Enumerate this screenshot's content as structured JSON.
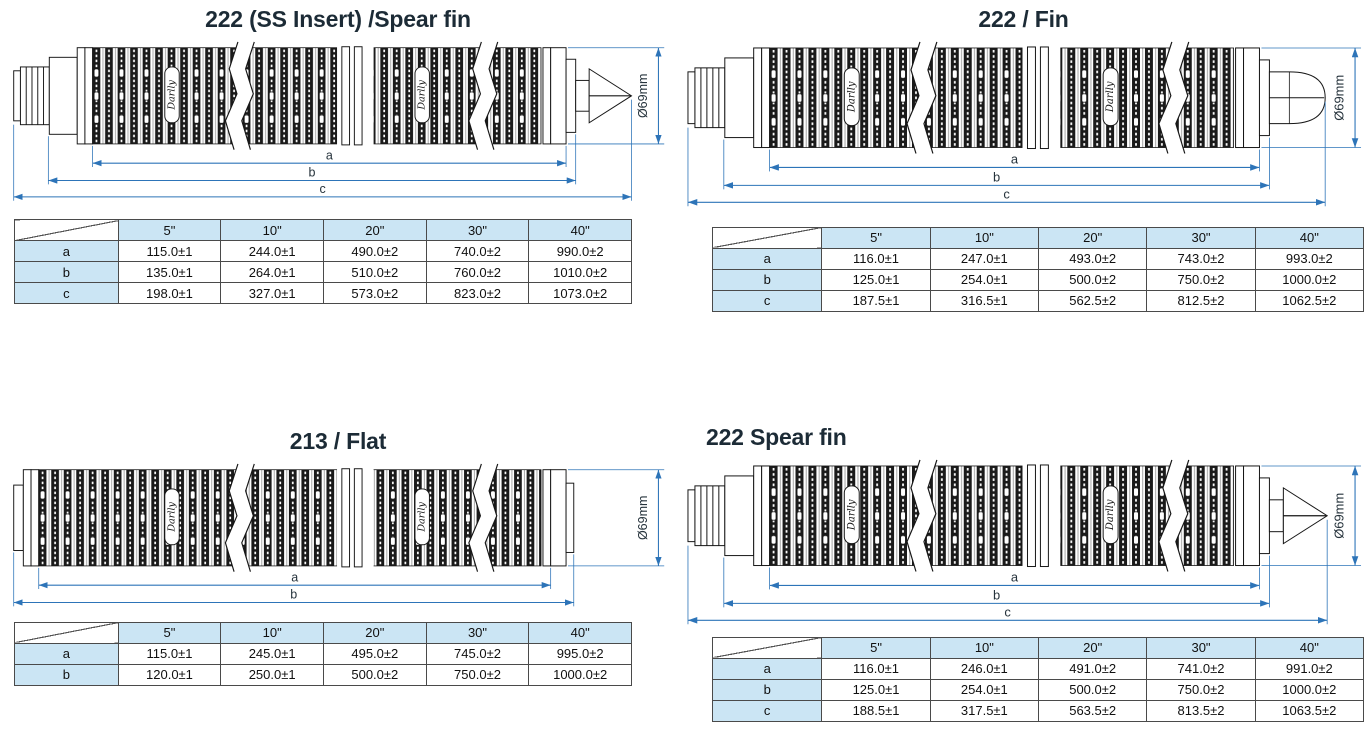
{
  "colors": {
    "dimension_line": "#2d74b8",
    "table_header_fill": "#cbe5f4",
    "table_border": "#4a4a4a",
    "title": "#1c2b36",
    "drawing_ink": "#161616",
    "dim_label": "#26333c"
  },
  "brand_logo_text": "Darlly",
  "panels": [
    {
      "id": "222-ss-insert-spear-fin",
      "title": "222 (SS Insert) /Spear fin",
      "title_align": "center",
      "drawing": {
        "tip": "spear",
        "left_end": "connector",
        "diameter_label": "Ø69mm",
        "dimension_labels": [
          "a",
          "b",
          "c"
        ]
      },
      "table": {
        "columns": [
          "5\"",
          "10\"",
          "20\"",
          "30\"",
          "40\""
        ],
        "rows": [
          {
            "label": "a",
            "values": [
              "115.0±1",
              "244.0±1",
              "490.0±2",
              "740.0±2",
              "990.0±2"
            ]
          },
          {
            "label": "b",
            "values": [
              "135.0±1",
              "264.0±1",
              "510.0±2",
              "760.0±2",
              "1010.0±2"
            ]
          },
          {
            "label": "c",
            "values": [
              "198.0±1",
              "327.0±1",
              "573.0±2",
              "823.0±2",
              "1073.0±2"
            ]
          }
        ]
      }
    },
    {
      "id": "222-fin",
      "title": "222 / Fin",
      "title_align": "center",
      "drawing": {
        "tip": "dome",
        "left_end": "connector",
        "diameter_label": "Ø69mm",
        "dimension_labels": [
          "a",
          "b",
          "c"
        ]
      },
      "table": {
        "columns": [
          "5\"",
          "10\"",
          "20\"",
          "30\"",
          "40\""
        ],
        "rows": [
          {
            "label": "a",
            "values": [
              "116.0±1",
              "247.0±1",
              "493.0±2",
              "743.0±2",
              "993.0±2"
            ]
          },
          {
            "label": "b",
            "values": [
              "125.0±1",
              "254.0±1",
              "500.0±2",
              "750.0±2",
              "1000.0±2"
            ]
          },
          {
            "label": "c",
            "values": [
              "187.5±1",
              "316.5±1",
              "562.5±2",
              "812.5±2",
              "1062.5±2"
            ]
          }
        ]
      }
    },
    {
      "id": "213-flat",
      "title": "213 / Flat",
      "title_align": "center",
      "drawing": {
        "tip": "flat",
        "left_end": "flat",
        "diameter_label": "Ø69mm",
        "dimension_labels": [
          "a",
          "b"
        ]
      },
      "table": {
        "columns": [
          "5\"",
          "10\"",
          "20\"",
          "30\"",
          "40\""
        ],
        "rows": [
          {
            "label": "a",
            "values": [
              "115.0±1",
              "245.0±1",
              "495.0±2",
              "745.0±2",
              "995.0±2"
            ]
          },
          {
            "label": "b",
            "values": [
              "120.0±1",
              "250.0±1",
              "500.0±2",
              "750.0±2",
              "1000.0±2"
            ]
          }
        ]
      }
    },
    {
      "id": "222-spear-fin",
      "title": "222 Spear fin",
      "title_align": "left",
      "drawing": {
        "tip": "spear",
        "left_end": "connector",
        "diameter_label": "Ø69mm",
        "dimension_labels": [
          "a",
          "b",
          "c"
        ]
      },
      "table": {
        "columns": [
          "5\"",
          "10\"",
          "20\"",
          "30\"",
          "40\""
        ],
        "rows": [
          {
            "label": "a",
            "values": [
              "116.0±1",
              "246.0±1",
              "491.0±2",
              "741.0±2",
              "991.0±2"
            ]
          },
          {
            "label": "b",
            "values": [
              "125.0±1",
              "254.0±1",
              "500.0±2",
              "750.0±2",
              "1000.0±2"
            ]
          },
          {
            "label": "c",
            "values": [
              "188.5±1",
              "317.5±1",
              "563.5±2",
              "813.5±2",
              "1063.5±2"
            ]
          }
        ]
      }
    }
  ]
}
